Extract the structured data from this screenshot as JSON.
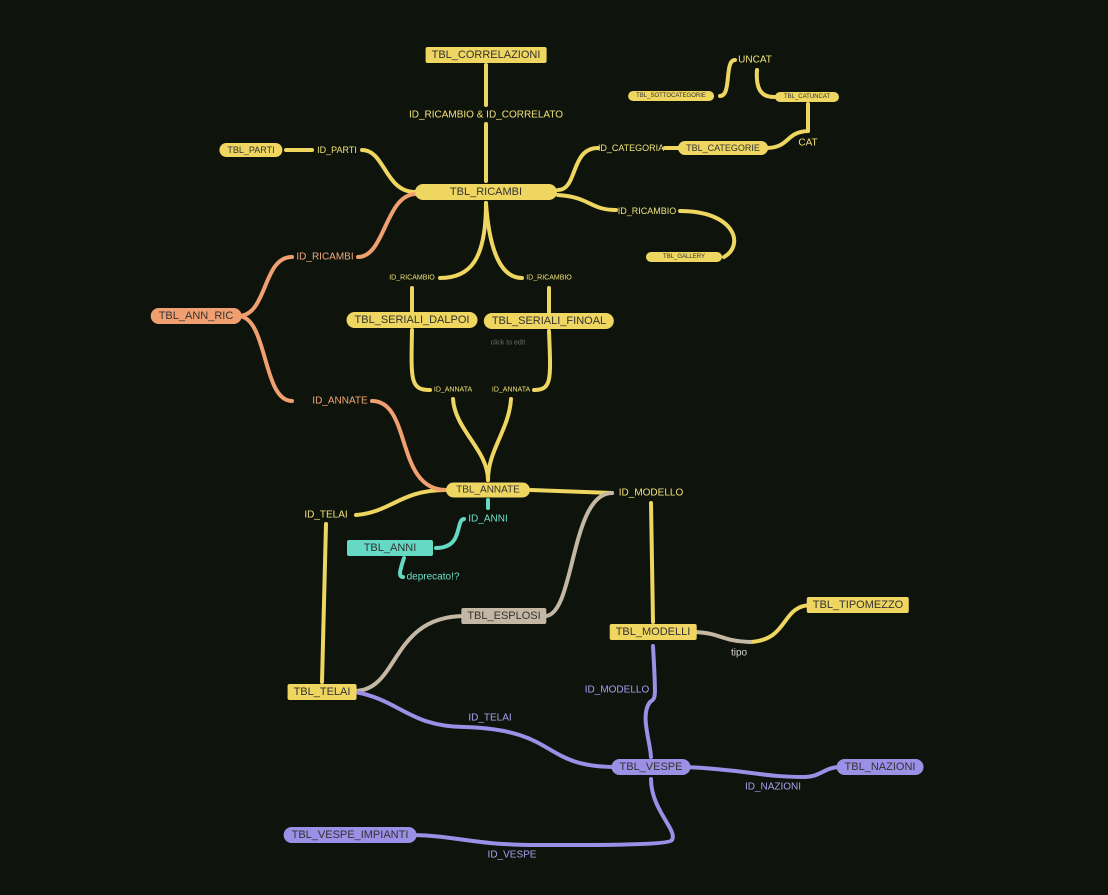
{
  "colors": {
    "background": "#0e140c",
    "yellow": "#eed660",
    "orange": "#f0a070",
    "teal": "#66d9c4",
    "tan": "#c4b8a4",
    "purple": "#9b8fe6"
  },
  "nodes": {
    "correlazioni": "TBL_CORRELAZIONI",
    "sottocategorie": "TBL_SOTTOCATEGORIE",
    "catuncat": "TBL_CATUNCAT",
    "categorie": "TBL_CATEGORIE",
    "parti": "TBL_PARTI",
    "ricambi": "TBL_RICAMBI",
    "gallery": "TBL_GALLERY",
    "ann_ric": "TBL_ANN_RIC",
    "seriali_dalpoi": "TBL_SERIALI_DALPOI",
    "seriali_finoal": "TBL_SERIALI_FINOAL",
    "annate": "TBL_ANNATE",
    "anni": "TBL_ANNI",
    "esplosi": "TBL_ESPLOSI",
    "tipomezzo": "TBL_TIPOMEZZO",
    "modelli": "TBL_MODELLI",
    "telai": "TBL_TELAI",
    "vespe": "TBL_VESPE",
    "nazioni": "TBL_NAZIONI",
    "vespe_impianti": "TBL_VESPE_IMPIANTI"
  },
  "labels": {
    "ricambio_correlato": "ID_RICAMBIO & ID_CORRELATO",
    "uncat": "UNCAT",
    "cat": "CAT",
    "id_categoria": "ID_CATEGORIA",
    "id_parti": "ID_PARTI",
    "id_ricambio_gallery": "ID_RICAMBIO",
    "id_ricambi": "ID_RICAMBI",
    "id_ricambio_dalpoi": "ID_RICAMBIO",
    "id_ricambio_finoal": "ID_RICAMBIO",
    "click_to_edit": "click to edit",
    "id_annata_dalpoi": "ID_ANNATA",
    "id_annata_finoal": "ID_ANNATA",
    "id_annate": "ID_ANNATE",
    "id_modello_annate": "ID_MODELLO",
    "id_telai_annate": "ID_TELAI",
    "id_anni": "ID_ANNI",
    "deprecato": "deprecato!?",
    "tipo": "tipo",
    "id_modello_vespe": "ID_MODELLO",
    "id_telai_vespe": "ID_TELAI",
    "id_nazioni": "ID_NAZIONI",
    "id_vespe": "ID_VESPE"
  }
}
